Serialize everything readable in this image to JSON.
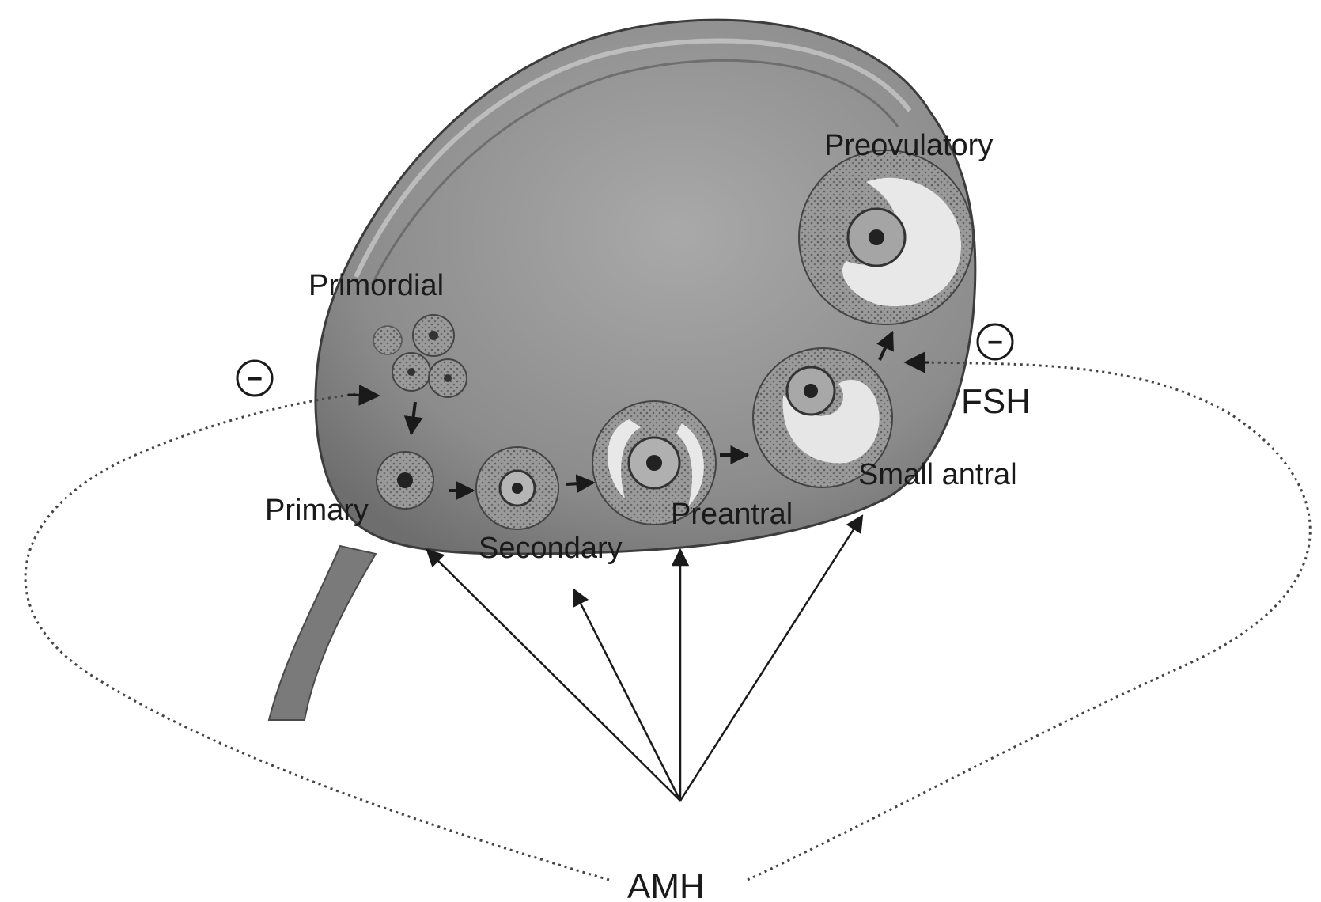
{
  "labels": {
    "preovulatory": "Preovulatory",
    "primordial": "Primordial",
    "primary": "Primary",
    "secondary": "Secondary",
    "preantral": "Preantral",
    "small_antral": "Small antral",
    "fsh": "FSH",
    "amh": "AMH"
  },
  "inhibition_symbol": "−",
  "colors": {
    "ovary_fill": "#8e8e8e",
    "ovary_dark": "#5a5a5a",
    "antrum": "#e6e6e6",
    "arrow": "#1a1a1a"
  }
}
